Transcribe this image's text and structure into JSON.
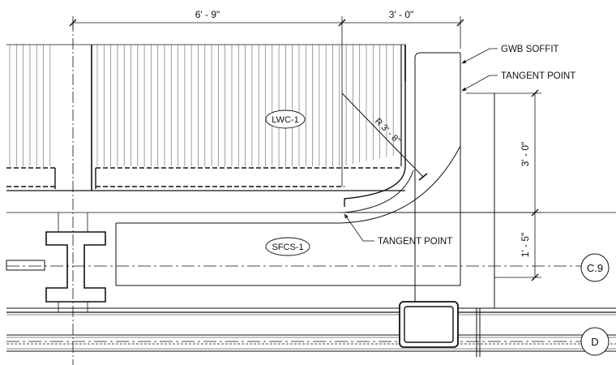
{
  "dimensions": {
    "width_left": "6' - 9\"",
    "width_right": "3' - 0\"",
    "radius": "R 3' - 8\"",
    "height_upper": "3' - 0\"",
    "height_lower": "1' - 5\""
  },
  "tags": {
    "ceiling": "LWC-1",
    "soffit": "SFCS-1"
  },
  "notes": {
    "gwb_soffit": "GWB SOFFIT",
    "tangent_top": "TANGENT POINT",
    "tangent_bottom": "TANGENT POINT"
  },
  "grid": {
    "c9": "C.9",
    "d": "D"
  }
}
